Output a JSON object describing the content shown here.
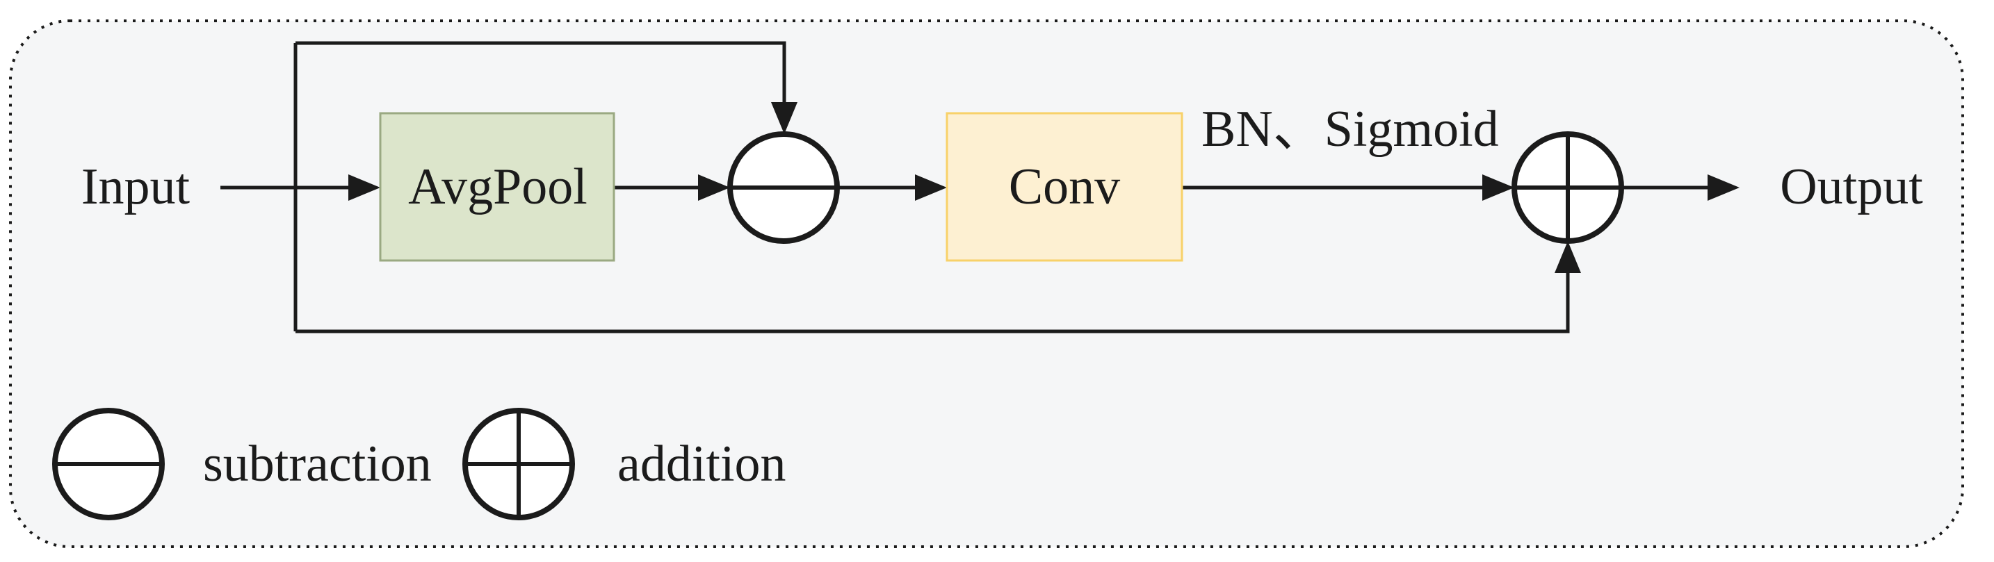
{
  "figure": {
    "labels": {
      "input": "Input",
      "avgpool": "AvgPool",
      "conv": "Conv",
      "bn_sigmoid": "BN、Sigmoid",
      "output": "Output"
    },
    "legend": {
      "subtraction": "subtraction",
      "addition": "addition"
    },
    "icons": {
      "subtraction_symbol": "circled-minus",
      "addition_symbol": "circled-plus"
    },
    "colors": {
      "page_bg": "#ffffff",
      "panel_bg": "#f5f6f7",
      "ink": "#1b1b1b",
      "avgpool_fill": "#dce5cb",
      "avgpool_border": "#9aa982",
      "conv_fill": "#fdf0d2",
      "conv_border": "#f8d169",
      "node_fill": "#ffffff"
    }
  }
}
